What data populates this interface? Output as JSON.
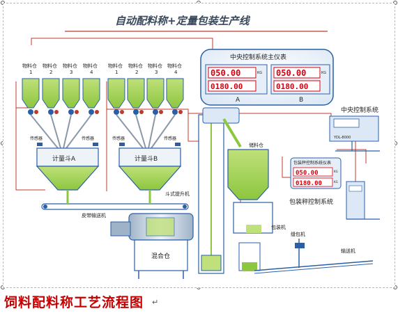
{
  "diagram": {
    "title": "自动配料称+定量包装生产线",
    "caption": "饲料配料称工艺流程图",
    "caption_mark": "↵",
    "bin_labels_a": [
      {
        "name": "物料仓",
        "num": "1"
      },
      {
        "name": "物料仓",
        "num": "2"
      },
      {
        "name": "物料仓",
        "num": "3"
      },
      {
        "name": "物料仓",
        "num": "4"
      }
    ],
    "bin_labels_b": [
      {
        "name": "物料仓",
        "num": "1"
      },
      {
        "name": "物料仓",
        "num": "2"
      },
      {
        "name": "物料仓",
        "num": "3"
      },
      {
        "name": "物料仓",
        "num": "4"
      }
    ],
    "hopper_a_label": "计量斗A",
    "hopper_b_label": "计量斗B",
    "sensor_label": "传感器",
    "belt_label": "皮带输送机",
    "elevator_label": "斗式提升机",
    "storage_label": "储料仓",
    "mixer_label": "混合仓",
    "packer_label": "包装机",
    "sewer_label": "缝包机",
    "conveyor_label": "输送机",
    "central_panel": {
      "title": "中央控制系统主仪表",
      "a_top": "050.00",
      "a_bottom": "0180.00",
      "b_top": "050.00",
      "b_bottom": "0180.00",
      "unit": "KG",
      "label_a": "A",
      "label_b": "B"
    },
    "central_system_label": "中央控制系统",
    "computer_screen": "YDL-8000",
    "pack_panel": {
      "title": "包装秤控制系统仪表",
      "top": "050.00",
      "bottom": "0180.00",
      "unit": "KG"
    },
    "pack_system_label": "包装秤控制系统"
  },
  "colors": {
    "material": "#8dc63f",
    "material_light": "#bfe07a",
    "machine_blue": "#2a5fa8",
    "display_red": "#d8000f",
    "panel_bg": "#e6eef8",
    "line_red": "#c0392b",
    "title_gray": "#3a4a5c",
    "caption_red": "#c40000"
  },
  "icons": [
    "valve-icon",
    "screw-feeder-icon",
    "sensor-icon",
    "computer-icon",
    "control-cabinet-icon"
  ]
}
